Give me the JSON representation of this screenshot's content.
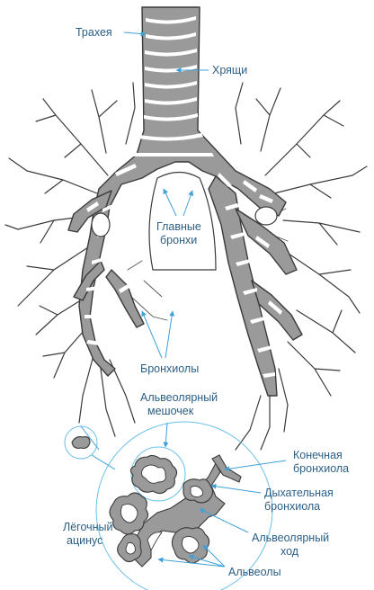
{
  "labels": {
    "trachea": "Трахея",
    "cartilage": "Хрящи",
    "main_bronchi_1": "Главные",
    "main_bronchi_2": "бронхи",
    "bronchioles": "Бронхиолы",
    "alveolar_sac_1": "Альвеолярный",
    "alveolar_sac_2": "мешочек",
    "terminal_bronchiole_1": "Конечная",
    "terminal_bronchiole_2": "бронхиола",
    "respiratory_bronchiole_1": "Дыхательная",
    "respiratory_bronchiole_2": "бронхиола",
    "alveolar_duct_1": "Альвеолярный",
    "alveolar_duct_2": "ход",
    "acinus_1": "Лёгочный",
    "acinus_2": "ацинус",
    "alveoli": "Альвеолы"
  },
  "colors": {
    "airway_fill": "#9a9a9a",
    "outline": "#3a3a3a",
    "pointer": "#3fa0d8",
    "label_text": "#2b5f85"
  }
}
